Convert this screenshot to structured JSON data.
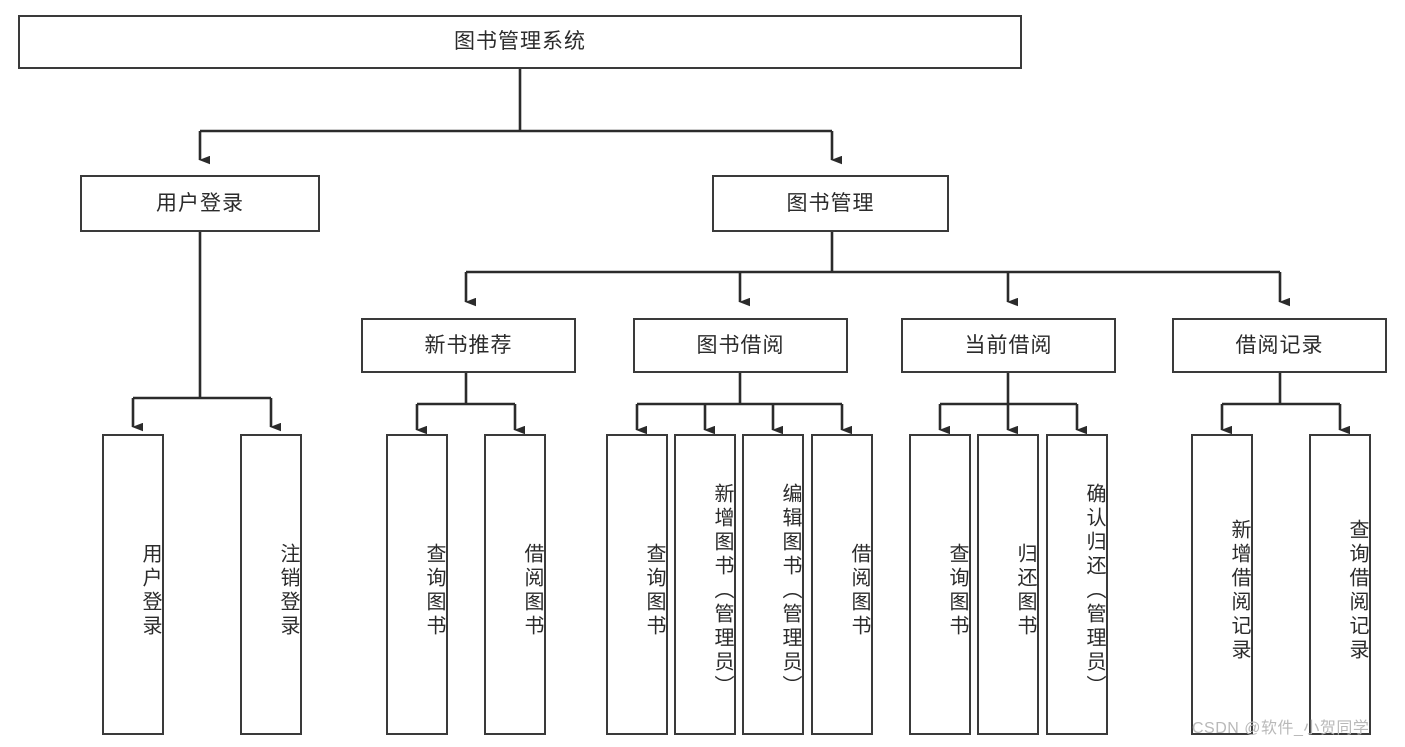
{
  "diagram": {
    "title": "图书管理系统",
    "type": "hierarchy-tree",
    "orientation": "top-down",
    "colors": {
      "background": "#ffffff",
      "box_border": "#3a3a3a",
      "box_fill": "#ffffff",
      "text": "#2b2b2b",
      "edge": "#2b2b2b",
      "watermark": "#b9b9b9"
    },
    "root": {
      "id": "root",
      "label": "图书管理系统"
    },
    "level2": [
      {
        "id": "user-login",
        "label": "用户登录"
      },
      {
        "id": "book-manage",
        "label": "图书管理"
      }
    ],
    "level3": [
      {
        "id": "new-book-rec",
        "label": "新书推荐"
      },
      {
        "id": "book-borrow",
        "label": "图书借阅"
      },
      {
        "id": "current-borrow",
        "label": "当前借阅"
      },
      {
        "id": "borrow-record",
        "label": "借阅记录"
      }
    ],
    "leaves": {
      "user_login": [
        {
          "id": "leaf-user-login",
          "label": "用户登录"
        },
        {
          "id": "leaf-logout-login",
          "label": "注销登录"
        }
      ],
      "new_book_rec": [
        {
          "id": "leaf-query-book-1",
          "label": "查询图书"
        },
        {
          "id": "leaf-borrow-book-1",
          "label": "借阅图书"
        }
      ],
      "book_borrow": [
        {
          "id": "leaf-query-book-2",
          "label": "查询图书"
        },
        {
          "id": "leaf-add-book",
          "label": "新增图书（管理员）"
        },
        {
          "id": "leaf-edit-book",
          "label": "编辑图书（管理员）"
        },
        {
          "id": "leaf-borrow-book-2",
          "label": "借阅图书"
        }
      ],
      "current_borrow": [
        {
          "id": "leaf-query-book-3",
          "label": "查询图书"
        },
        {
          "id": "leaf-return-book",
          "label": "归还图书"
        },
        {
          "id": "leaf-confirm-return",
          "label": "确认归还（管理员）"
        }
      ],
      "borrow_record": [
        {
          "id": "leaf-add-record",
          "label": "新增借阅记录"
        },
        {
          "id": "leaf-query-record",
          "label": "查询借阅记录"
        }
      ]
    }
  },
  "watermark": {
    "text": "CSDN @软件_小贺同学"
  }
}
